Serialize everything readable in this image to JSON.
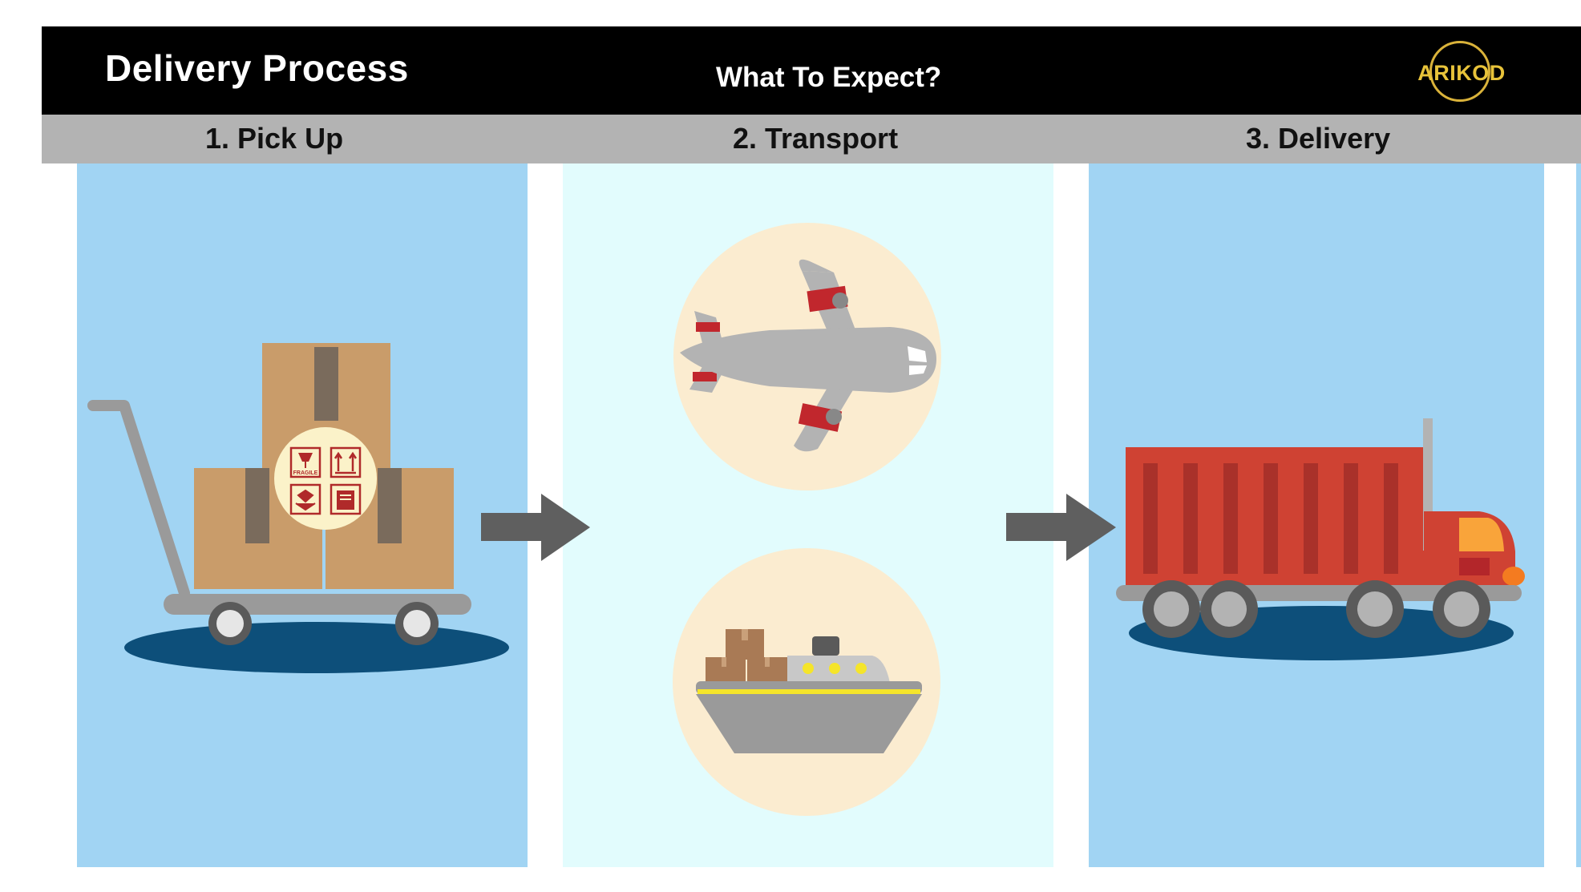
{
  "header": {
    "title": "Delivery Process",
    "subtitle": "What To Expect?",
    "logo_text": "ARIKOD"
  },
  "steps": [
    {
      "label": "1. Pick Up",
      "icon": "hand-truck-boxes-icon"
    },
    {
      "label": "2. Transport",
      "icons": [
        "airplane-icon",
        "cargo-ship-icon"
      ]
    },
    {
      "label": "3. Delivery",
      "icon": "delivery-truck-icon"
    }
  ],
  "package_labels": {
    "fragile_text": "FRAGILE",
    "icons": [
      "fragile-glass-icon",
      "this-way-up-icon",
      "handle-with-care-icon",
      "keep-dry-icon"
    ]
  },
  "colors": {
    "header_bg": "#000000",
    "step_bar": "#b3b3b3",
    "panel_blue": "#a1d4f3",
    "panel_light": "#e2fcfd",
    "logo_gold": "#e8c33a",
    "arrow": "#5f5f5f",
    "truck_red": "#cf4233"
  }
}
